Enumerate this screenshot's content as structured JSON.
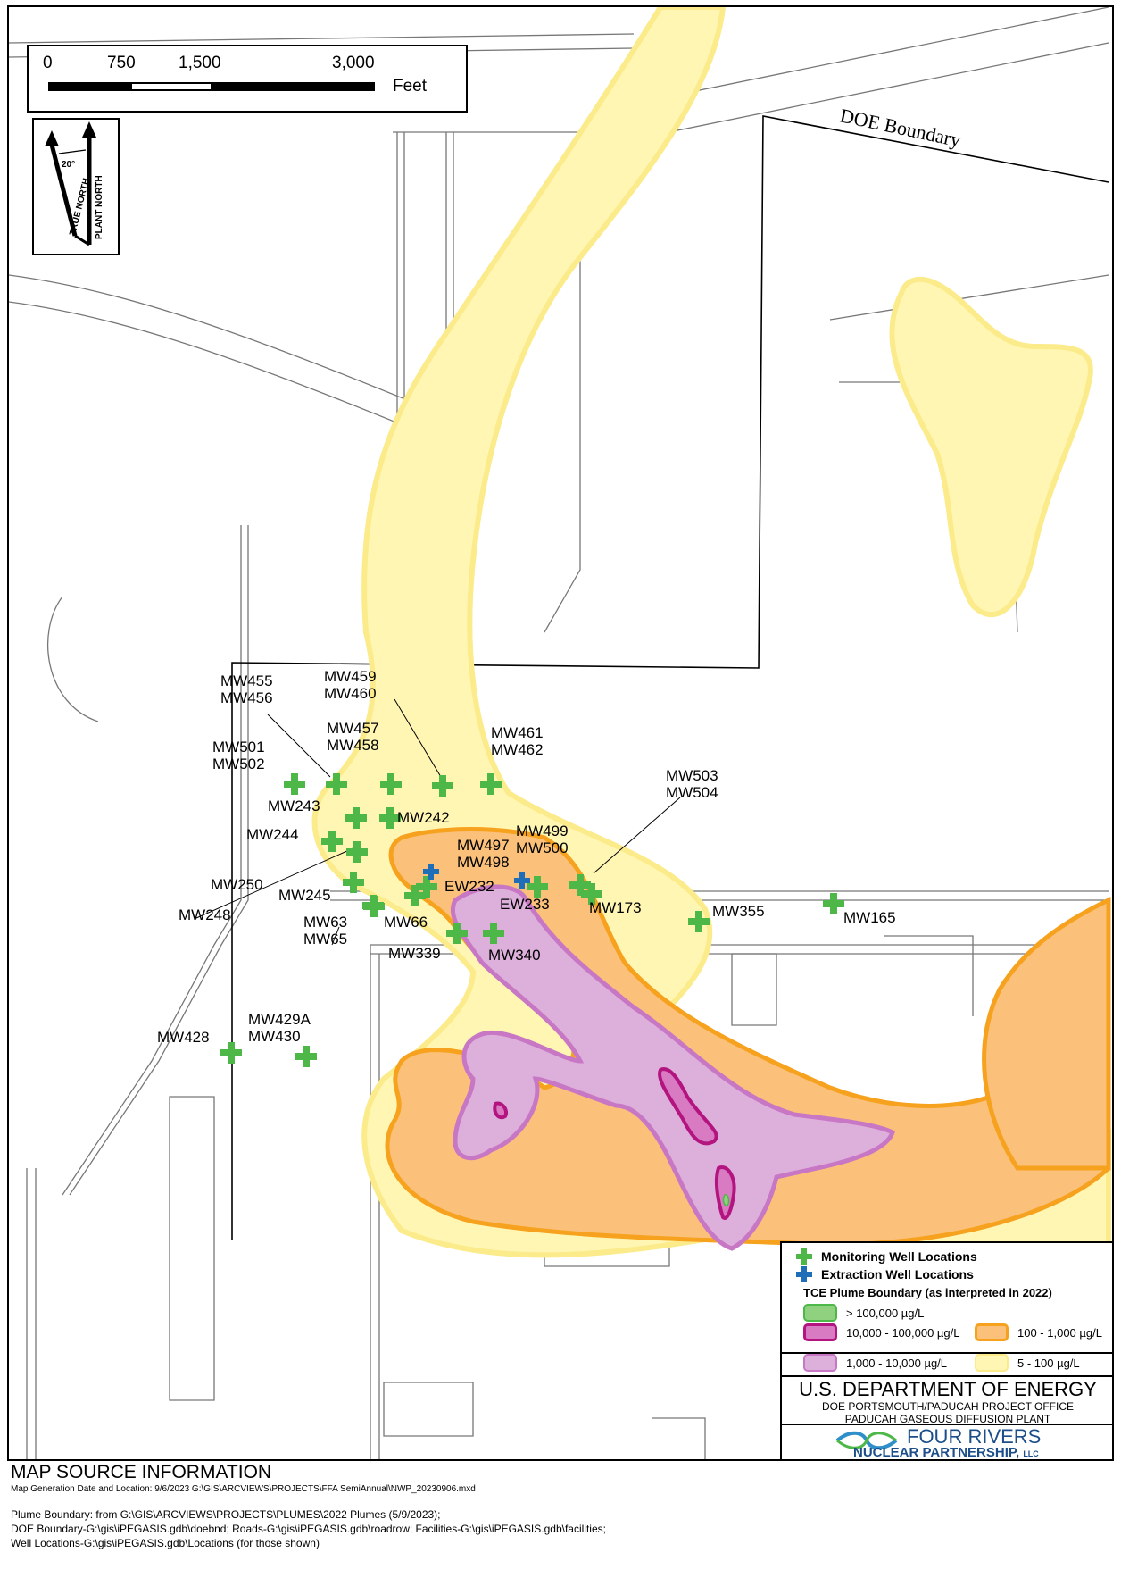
{
  "map": {
    "boundary_label": "DOE Boundary",
    "wells": [
      {
        "label": "MW455\nMW456"
      },
      {
        "label": "MW459\nMW460"
      },
      {
        "label": "MW457\nMW458"
      },
      {
        "label": "MW461\nMW462"
      },
      {
        "label": "MW501\nMW502"
      },
      {
        "label": "MW243"
      },
      {
        "label": "MW242"
      },
      {
        "label": "MW503\nMW504"
      },
      {
        "label": "MW244"
      },
      {
        "label": "MW499\nMW500"
      },
      {
        "label": "MW497\nMW498"
      },
      {
        "label": "EW232"
      },
      {
        "label": "MW250"
      },
      {
        "label": "EW233"
      },
      {
        "label": "MW245"
      },
      {
        "label": "MW248"
      },
      {
        "label": "MW173"
      },
      {
        "label": "MW355"
      },
      {
        "label": "MW165"
      },
      {
        "label": "MW63\nMW65"
      },
      {
        "label": "MW66"
      },
      {
        "label": "MW339"
      },
      {
        "label": "MW340"
      },
      {
        "label": "MW429A\nMW430"
      },
      {
        "label": "MW428"
      }
    ],
    "colors": {
      "monitoring_well": "#4db848",
      "extraction_well": "#1f6fb8",
      "plume_5_100_fill": "#fff6b3",
      "plume_5_100_line": "#fbeb8a",
      "plume_100_1000_fill": "#fbc07a",
      "plume_100_1000_line": "#f6a21e",
      "plume_1000_10000_fill": "#ddb0dc",
      "plume_1000_10000_line": "#c777c4",
      "plume_10000_100000_line": "#b3147f",
      "plume_100000_fill": "#8fd17f"
    }
  },
  "scale_bar": {
    "ticks": [
      "0",
      "750",
      "1,500",
      "3,000"
    ],
    "units": "Feet"
  },
  "north_arrow": {
    "true_north": "TRUE NORTH",
    "plant_north": "PLANT NORTH",
    "angle": "20°"
  },
  "legend": {
    "monitoring": "Monitoring Well Locations",
    "extraction": "Extraction Well Locations",
    "title": "TCE Plume Boundary (as interpreted in 2022)",
    "items": {
      "gt100000": "> 100,000 µg/L",
      "r10000_100000": "10,000 - 100,000 µg/L",
      "r1000_10000": "1,000 - 10,000 µg/L",
      "r100_1000": "100 - 1,000  µg/L",
      "r5_100": "5 - 100  µg/L"
    }
  },
  "agency": {
    "title": "U.S. DEPARTMENT OF ENERGY",
    "sub1": "DOE PORTSMOUTH/PADUCAH PROJECT OFFICE",
    "sub2": "PADUCAH GASEOUS DIFFUSION PLANT"
  },
  "brand": {
    "line1": "FOUR RIVERS",
    "line2": "NUCLEAR PARTNERSHIP,",
    "suffix": "LLC"
  },
  "source": {
    "title": "MAP SOURCE INFORMATION",
    "generation": "Map Generation Date and Location:  9/6/2023 G:\\GIS\\ARCVIEWS\\PROJECTS\\FFA SemiAnnual\\NWP_20230906.mxd",
    "plume": "Plume Boundary: from  G:\\GIS\\ARCVIEWS\\PROJECTS\\PLUMES\\2022 Plumes (5/9/2023);",
    "layers": "DOE Boundary-G:\\gis\\iPEGASIS.gdb\\doebnd; Roads-G:\\gis\\iPEGASIS.gdb\\roadrow; Facilities-G:\\gis\\iPEGASIS.gdb\\facilities;",
    "wells": "Well Locations-G:\\gis\\iPEGASIS.gdb\\Locations (for those shown)"
  }
}
